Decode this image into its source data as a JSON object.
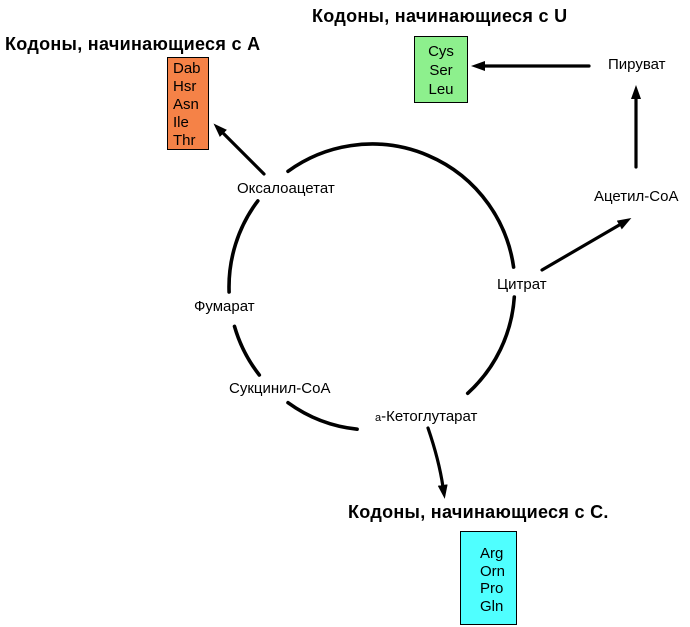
{
  "headings": {
    "codons_u": "Кодоны, начинающиеся с U",
    "codons_a": "Кодоны, начинающиеся с А",
    "codons_c": "Кодоны, начинающиеся с С."
  },
  "boxes": {
    "u": {
      "color": "#8DF08D",
      "items": [
        "Cys",
        "Ser",
        "Leu"
      ]
    },
    "a": {
      "color": "#F58247",
      "items": [
        "Dab",
        "Hsr",
        "Asn",
        "Ile",
        "Thr"
      ]
    },
    "c": {
      "color": "#4FFFFF",
      "items": [
        "Arg",
        "Orn",
        "Pro",
        "Gln"
      ]
    }
  },
  "cycle": {
    "oxaloacetate": "Оксалоацетат",
    "citrate": "Цитрат",
    "fumarate": "Фумарат",
    "succinyl_coa": "Сукцинил-CoA",
    "ketoglutarate_prefix": "a",
    "ketoglutarate": "-Кетоглутарат"
  },
  "side": {
    "pyruvate": "Пируват",
    "acetyl_coa": "Ацетил-CoA"
  },
  "ink_color": "#000000"
}
